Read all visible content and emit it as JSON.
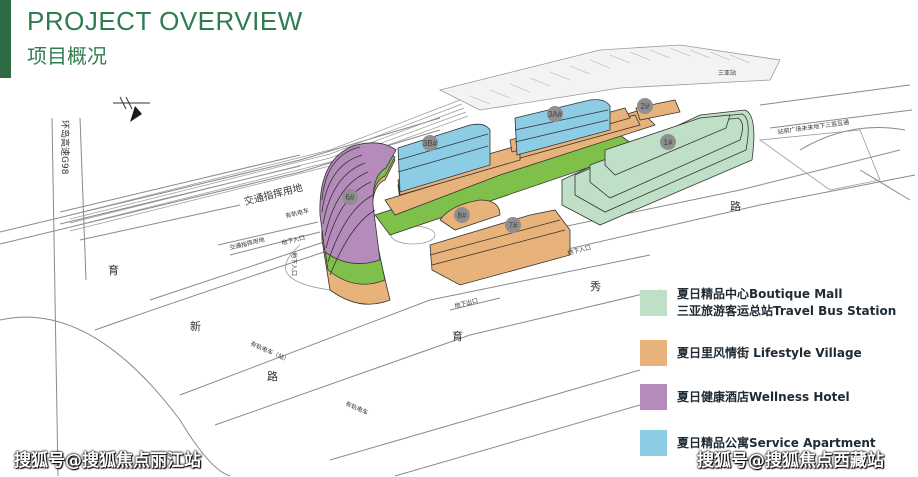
{
  "header": {
    "title_en": "PROJECT OVERVIEW",
    "title_cn": "项目概况"
  },
  "colors": {
    "accent": "#2e6b45",
    "boutique_mall": "#bfe0c6",
    "lifestyle_village": "#e8b37a",
    "wellness_hotel": "#b58bbb",
    "service_apartment": "#8ccde5",
    "podium_green": "#7fc04a"
  },
  "buildings": [
    "1#",
    "2#",
    "3A#",
    "3B#",
    "6#",
    "7#",
    "8#"
  ],
  "map_labels": {
    "expressway": "环岛高速G98",
    "traffic_land": "交通指挥用地",
    "rail_1": "有轨电车",
    "traffic_land_2": "交通指挥用地",
    "underground_entrance_1": "地下入口",
    "underground_entrance_2": "地下入口",
    "underground_entrance_3": "地下入口",
    "underground_exit": "地下出口",
    "rail_2": "有轨电车（站）",
    "rail_3": "有轨电车",
    "station": "三亚站",
    "station_road": "站前广场未来地下三层互通",
    "road_yu_1": "育",
    "road_xin": "新",
    "road_lu_1": "路",
    "road_lu_2": "路",
    "road_xiu": "秀",
    "road_yu_2": "育"
  },
  "icons": {
    "compass": "north-arrow-icon"
  },
  "legend": [
    {
      "color_key": "boutique_mall",
      "lines": [
        "夏日精品中心Boutique Mall",
        "三亚旅游客运总站Travel Bus Station"
      ]
    },
    {
      "color_key": "lifestyle_village",
      "lines": [
        "夏日里风情街 Lifestyle Village"
      ]
    },
    {
      "color_key": "wellness_hotel",
      "lines": [
        "夏日健康酒店Wellness Hotel"
      ]
    },
    {
      "color_key": "service_apartment",
      "lines": [
        "夏日精品公寓Service Apartment"
      ]
    }
  ],
  "watermarks": {
    "left": "搜狐号@搜狐焦点丽江站",
    "right": "搜狐号@搜狐焦点西藏站"
  }
}
